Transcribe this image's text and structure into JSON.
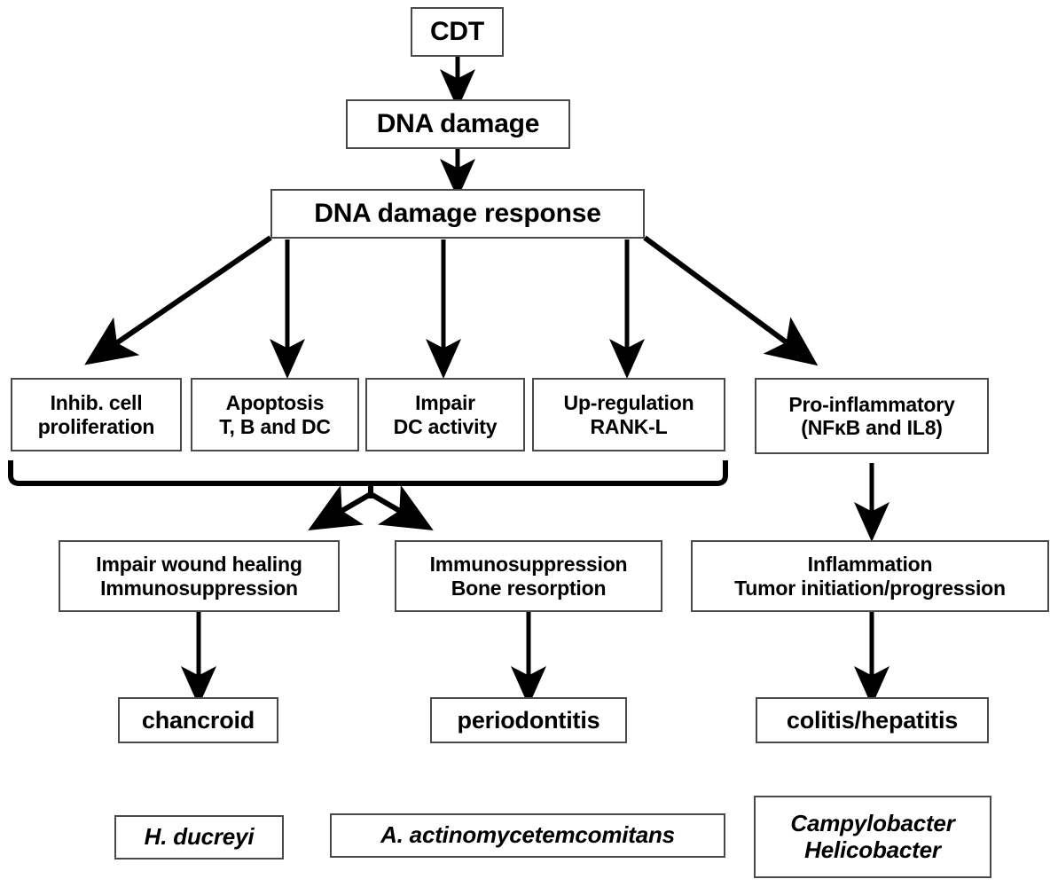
{
  "diagram": {
    "title": "CDT DNA damage response pathway",
    "colors": {
      "box_border": "#4a4a4a",
      "text": "#000000",
      "arrow": "#000000",
      "background": "#ffffff"
    },
    "nodes": {
      "cdt": {
        "lines": [
          "CDT"
        ]
      },
      "dna_damage": {
        "lines": [
          "DNA damage"
        ]
      },
      "ddr": {
        "lines": [
          "DNA damage response"
        ]
      },
      "inhib": {
        "lines": [
          "Inhib. cell",
          "proliferation"
        ]
      },
      "apoptosis": {
        "lines": [
          "Apoptosis",
          "T, B and DC"
        ]
      },
      "impair_dc": {
        "lines": [
          "Impair",
          "DC activity"
        ]
      },
      "rankl": {
        "lines": [
          "Up-regulation",
          "RANK-L"
        ]
      },
      "proinflam": {
        "lines": [
          "Pro-inflammatory",
          "(NFκB and IL8)"
        ]
      },
      "wound": {
        "lines": [
          "Impair wound healing",
          "Immunosuppression"
        ]
      },
      "bone": {
        "lines": [
          "Immunosuppression",
          "Bone resorption"
        ]
      },
      "inflammation": {
        "lines": [
          "Inflammation",
          "Tumor initiation/progression"
        ]
      },
      "chancroid": {
        "lines": [
          "chancroid"
        ]
      },
      "periodontitis": {
        "lines": [
          "periodontitis"
        ]
      },
      "colitis": {
        "lines": [
          "colitis/hepatitis"
        ]
      },
      "hducreyi": {
        "lines": [
          "H. ducreyi"
        ]
      },
      "aactino": {
        "lines": [
          "A. actinomycetemcomitans"
        ]
      },
      "campylo": {
        "lines": [
          "Campylobacter",
          "Helicobacter"
        ]
      }
    },
    "edges": [
      {
        "from": "cdt",
        "to": "dna_damage",
        "kind": "arrow-vertical"
      },
      {
        "from": "dna_damage",
        "to": "ddr",
        "kind": "arrow-vertical"
      },
      {
        "from": "ddr",
        "to": "inhib",
        "kind": "arrow-diagonal-left"
      },
      {
        "from": "ddr",
        "to": "apoptosis",
        "kind": "arrow-vertical"
      },
      {
        "from": "ddr",
        "to": "impair_dc",
        "kind": "arrow-vertical"
      },
      {
        "from": "ddr",
        "to": "rankl",
        "kind": "arrow-vertical"
      },
      {
        "from": "ddr",
        "to": "proinflam",
        "kind": "arrow-diagonal-right"
      },
      {
        "from": "inhib,apoptosis,impair_dc,rankl",
        "to": "wound,bone",
        "kind": "brace-split"
      },
      {
        "from": "proinflam",
        "to": "inflammation",
        "kind": "arrow-vertical"
      },
      {
        "from": "wound",
        "to": "chancroid",
        "kind": "arrow-vertical"
      },
      {
        "from": "bone",
        "to": "periodontitis",
        "kind": "arrow-vertical"
      },
      {
        "from": "inflammation",
        "to": "colitis",
        "kind": "arrow-vertical"
      }
    ]
  }
}
